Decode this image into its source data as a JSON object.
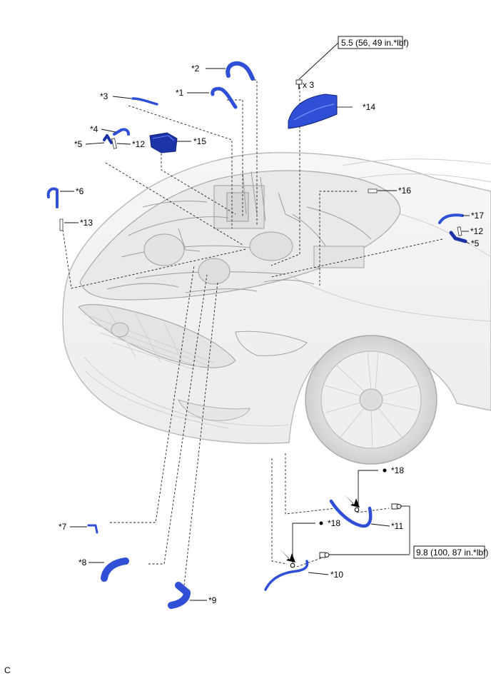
{
  "labels": {
    "p1": "*1",
    "p2": "*2",
    "p3": "*3",
    "p4": "*4",
    "p5a": "*5",
    "p5b": "*5",
    "p6": "*6",
    "p7": "*7",
    "p8": "*8",
    "p9": "*9",
    "p10": "*10",
    "p11": "*11",
    "p12a": "*12",
    "p12b": "*12",
    "p13": "*13",
    "p14": "*14",
    "p15": "*15",
    "p16": "*16",
    "p17": "*17",
    "p18a": "*18",
    "p18b": "*18"
  },
  "torque": {
    "top": "5.5 (56, 49 in.*lbf)",
    "bottom": "9.8 (100, 87 in.*lbf)"
  },
  "quantity": "x 3",
  "corner_mark": "C",
  "colors": {
    "part_blue": "#2e4fd6",
    "part_blue_dark": "#1c34a8",
    "car_line": "#b9b9b9"
  }
}
